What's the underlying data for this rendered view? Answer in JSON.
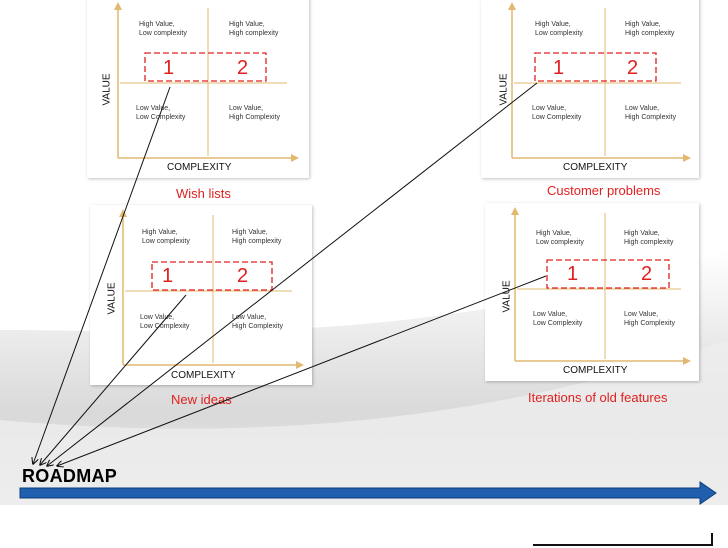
{
  "colors": {
    "axis": "#e3b870",
    "dashed_box": "#e02020",
    "number": "#e02020",
    "caption": "#e02020",
    "roadmap_arrow": "#1f5fae",
    "connector": "#111111"
  },
  "matrices": [
    {
      "id": "wish-lists",
      "quadrants": {
        "top_left": "High Value,\nLow complexity",
        "top_right": "High Value,\nHigh complexity",
        "bottom_left": "Low Value,\nLow Complexity",
        "bottom_right": "Low Value,\nHigh Complexity"
      },
      "box_labels": [
        "1",
        "2"
      ],
      "x_axis": "COMPLEXITY",
      "y_axis": "VALUE",
      "caption": "Wish lists"
    },
    {
      "id": "customer-problems",
      "quadrants": {
        "top_left": "High Value,\nLow complexity",
        "top_right": "High Value,\nHigh complexity",
        "bottom_left": "Low Value,\nLow Complexity",
        "bottom_right": "Low Value,\nHigh Complexity"
      },
      "box_labels": [
        "1",
        "2"
      ],
      "x_axis": "COMPLEXITY",
      "y_axis": "VALUE",
      "caption": "Customer problems"
    },
    {
      "id": "new-ideas",
      "quadrants": {
        "top_left": "High Value,\nLow complexity",
        "top_right": "High Value,\nHigh complexity",
        "bottom_left": "Low Value,\nLow Complexity",
        "bottom_right": "Low Value,\nHigh Complexity"
      },
      "box_labels": [
        "1",
        "2"
      ],
      "x_axis": "COMPLEXITY",
      "y_axis": "VALUE",
      "caption": "New ideas"
    },
    {
      "id": "iterations",
      "quadrants": {
        "top_left": "High Value,\nLow complexity",
        "top_right": "High Value,\nHigh complexity",
        "bottom_left": "Low Value,\nLow Complexity",
        "bottom_right": "Low Value,\nHigh Complexity"
      },
      "box_labels": [
        "1",
        "2"
      ],
      "x_axis": "COMPLEXITY",
      "y_axis": "VALUE",
      "caption": "Iterations of old features"
    }
  ],
  "roadmap": {
    "title": "ROADMAP"
  }
}
